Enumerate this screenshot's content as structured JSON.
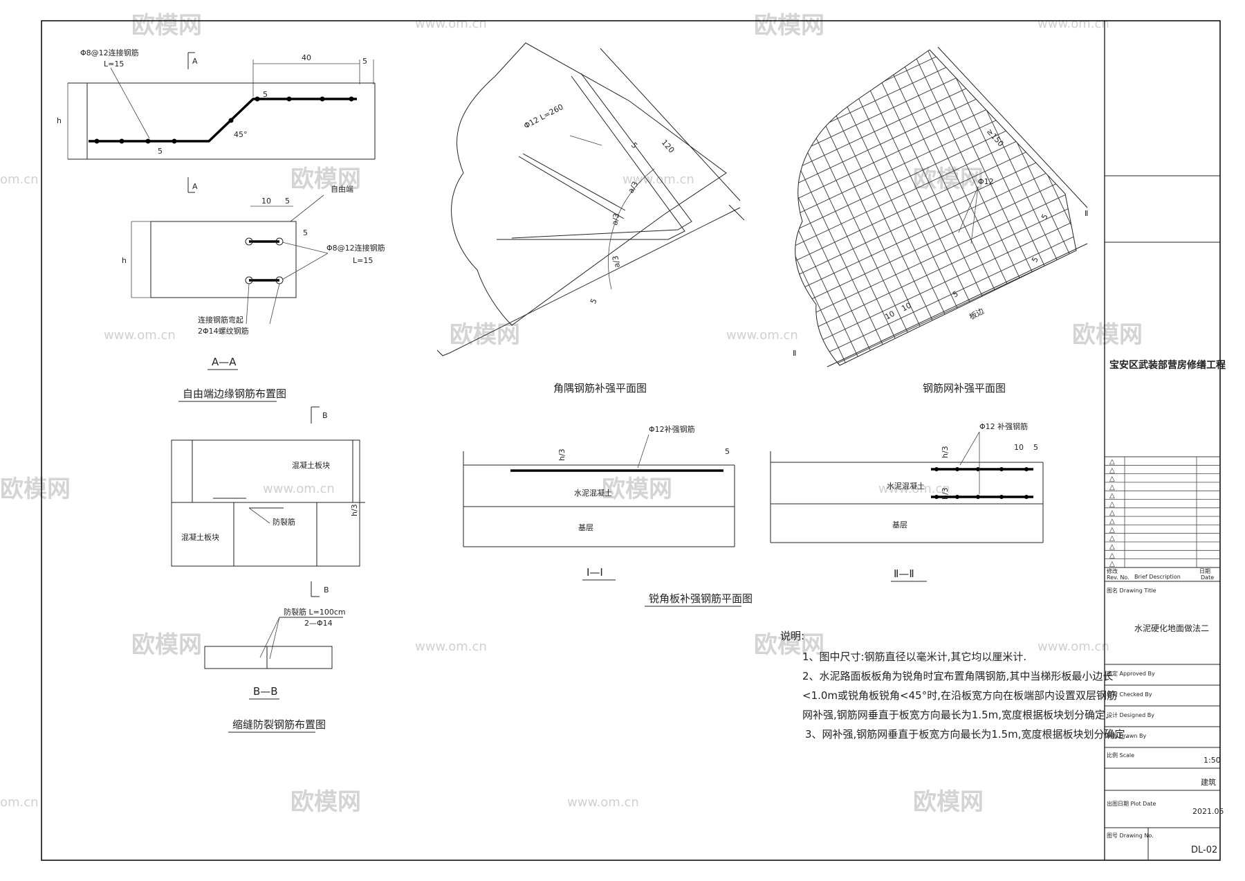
{
  "watermarks": {
    "brand": "欧模网",
    "url": "www.om.cn",
    "url_short": "om.cn"
  },
  "detail_aa": {
    "rebar_top_label": "Φ8@12连接钢筋",
    "rebar_top_len": "L=15",
    "dim_40": "40",
    "dim_5": "5",
    "dim_h": "h",
    "dim_45": "45°",
    "section_a": "A",
    "free_end_label": "自由端",
    "dim_10": "10",
    "rebar_label": "Φ8@12连接钢筋",
    "rebar_len": "L=15",
    "bent_label1": "连接钢筋弯起",
    "bent_label2": "2Φ14螺纹钢筋",
    "section_title": "A—A",
    "title": "自由端边缘钢筋布置图"
  },
  "detail_bb": {
    "section_b": "B",
    "slab_upper": "混凝土板块",
    "slab_lower": "混凝土板块",
    "anti_crack": "防裂筋",
    "dim_h3": "h/3",
    "bar_label": "防裂筋 L=100cm",
    "bar_spec": "2—Φ14",
    "section_title": "B—B",
    "title": "缩缝防裂钢筋布置图"
  },
  "corner_plan": {
    "bar_label": "Φ12 L=260",
    "dim_120": "120",
    "dim_5": "5",
    "dim_a3": "a/3",
    "title": "角隅钢筋补强平面图"
  },
  "mesh_plan": {
    "dim_150": "≥150",
    "bar_label": "Φ12",
    "dim_10": "10",
    "dim_5": "5",
    "edge_label": "板边",
    "mark_ii": "Ⅱ",
    "title": "钢筋网补强平面图"
  },
  "section_i": {
    "bar_label": "Φ12补强钢筋",
    "dim_h3": "h/3",
    "dim_5": "5",
    "layer_top": "水泥混凝土",
    "layer_base": "基层",
    "title": "Ⅰ—Ⅰ"
  },
  "section_ii": {
    "bar_label": "Φ12 补强钢筋",
    "dim_10": "10",
    "dim_5": "5",
    "dim_h3": "h/3",
    "layer_top": "水泥混凝土",
    "layer_base": "基层",
    "title": "Ⅱ—Ⅱ"
  },
  "acute_title": "锐角板补强钢筋平面图",
  "notes": {
    "heading": "说明:",
    "lines": [
      "1、图中尺寸:钢筋直径以毫米计,其它均以厘米计.",
      "2、水泥路面板板角为锐角时宜布置角隅钢筋,其中当梯形板最小边长",
      "<1.0m或锐角板锐角<45°时,在沿板宽方向在板端部内设置双层钢筋",
      "网补强,钢筋网垂直于板宽方向最长为1.5m,宽度根据板块划分确定.",
      "3、网补强,钢筋网垂直于板宽方向最长为1.5m,宽度根据板块划分确定."
    ]
  },
  "title_block": {
    "project": "宝安区武装部营房修缮工程",
    "drawing_title": "水泥硬化地面做法二",
    "scale_value": "1:50",
    "discipline": "建筑",
    "date": "2021.05",
    "drawing_no": "DL-02",
    "rev_header": [
      "修改",
      "Brief Description",
      "日期"
    ],
    "rev_sub": [
      "Rev. No.",
      "",
      "Date"
    ],
    "drawing_title_label": "图名 Drawing Title",
    "approved": "审定 Approved By",
    "checked": "校对 Checked By",
    "designed": "设计 Designed By",
    "drawn": "制图 Drawn By",
    "scale_label": "比例 Scale",
    "date_label": "出图日期 Plot Date",
    "no_label": "图号 Drawing No.",
    "revision_mark": "△"
  }
}
